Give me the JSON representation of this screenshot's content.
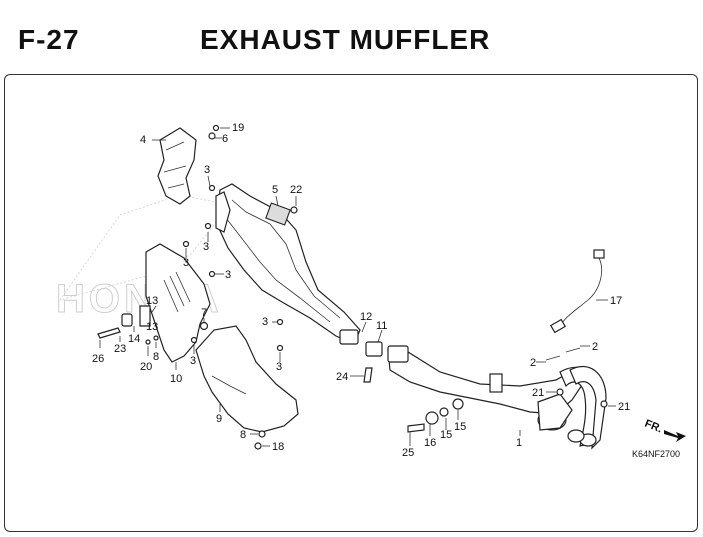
{
  "header": {
    "code": "F-27",
    "title": "EXHAUST MUFFLER"
  },
  "watermark": {
    "brand": "HONDA"
  },
  "callouts": [
    {
      "id": "c1",
      "label": "1"
    },
    {
      "id": "c2a",
      "label": "2"
    },
    {
      "id": "c2b",
      "label": "2"
    },
    {
      "id": "c3a",
      "label": "3"
    },
    {
      "id": "c3b",
      "label": "3"
    },
    {
      "id": "c3c",
      "label": "3"
    },
    {
      "id": "c3d",
      "label": "3"
    },
    {
      "id": "c3e",
      "label": "3"
    },
    {
      "id": "c3f",
      "label": "3"
    },
    {
      "id": "c3g",
      "label": "3"
    },
    {
      "id": "c4",
      "label": "4"
    },
    {
      "id": "c5",
      "label": "5"
    },
    {
      "id": "c6",
      "label": "6"
    },
    {
      "id": "c7",
      "label": "7"
    },
    {
      "id": "c8a",
      "label": "8"
    },
    {
      "id": "c8b",
      "label": "8"
    },
    {
      "id": "c9",
      "label": "9"
    },
    {
      "id": "c10",
      "label": "10"
    },
    {
      "id": "c11",
      "label": "11"
    },
    {
      "id": "c12",
      "label": "12"
    },
    {
      "id": "c13",
      "label": "13"
    },
    {
      "id": "c14",
      "label": "14"
    },
    {
      "id": "c15a",
      "label": "15"
    },
    {
      "id": "c15b",
      "label": "15"
    },
    {
      "id": "c16",
      "label": "16"
    },
    {
      "id": "c17",
      "label": "17"
    },
    {
      "id": "c18",
      "label": "18"
    },
    {
      "id": "c19",
      "label": "19"
    },
    {
      "id": "c20",
      "label": "20"
    },
    {
      "id": "c21a",
      "label": "21"
    },
    {
      "id": "c21b",
      "label": "21"
    },
    {
      "id": "c22",
      "label": "22"
    },
    {
      "id": "c23",
      "label": "23"
    },
    {
      "id": "c24",
      "label": "24"
    },
    {
      "id": "c25",
      "label": "25"
    },
    {
      "id": "c26",
      "label": "26"
    }
  ],
  "direction_marker": "FR.",
  "diagram_ref": "K64NF2700",
  "colors": {
    "ink": "#222222",
    "watermark": "#cfcfcf",
    "background": "#ffffff"
  }
}
